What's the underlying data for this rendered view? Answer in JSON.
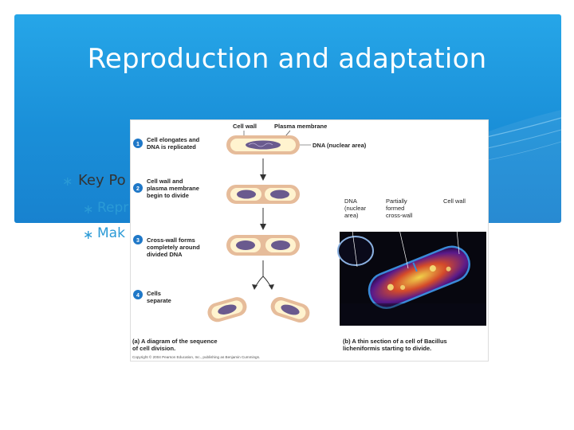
{
  "slide": {
    "title": "Reproduction and adaptation",
    "bullets": [
      {
        "text": "Key Po"
      },
      {
        "text": "Repr"
      },
      {
        "text": "Mak"
      }
    ]
  },
  "figure": {
    "label_cell_wall": "Cell wall",
    "label_plasma_membrane": "Plasma membrane",
    "label_dna_nuclear": "DNA (nuclear area)",
    "steps": [
      {
        "number": "1",
        "line1": "Cell elongates and",
        "line2": "DNA is replicated",
        "line3": ""
      },
      {
        "number": "2",
        "line1": "Cell wall and",
        "line2": "plasma membrane",
        "line3": "begin to divide"
      },
      {
        "number": "3",
        "line1": "Cross-wall forms",
        "line2": "completely around",
        "line3": "divided DNA"
      },
      {
        "number": "4",
        "line1": "Cells",
        "line2": "separate",
        "line3": ""
      }
    ],
    "micro_labels": {
      "dna_1": "DNA",
      "dna_2": "(nuclear",
      "dna_3": "area)",
      "partial_1": "Partially",
      "partial_2": "formed",
      "partial_3": "cross-wall",
      "cell_wall": "Cell wall"
    },
    "caption_a_1": "(a) A diagram of the sequence",
    "caption_a_2": "of cell division.",
    "caption_b_1": "(b) A thin section of a cell of Bacillus",
    "caption_b_2": "licheniformis starting to divide.",
    "copyright": "Copyright © 2004 Pearson Education, Inc., publishing as Benjamin Cummings."
  },
  "colors": {
    "banner": "#1a8fd8",
    "accent": "#2a9ad6",
    "step_badge": "#1f78c8",
    "cell_wall": "#e6bc9a",
    "cytoplasm": "#fff3cf",
    "dna": "#6a5a8e"
  }
}
